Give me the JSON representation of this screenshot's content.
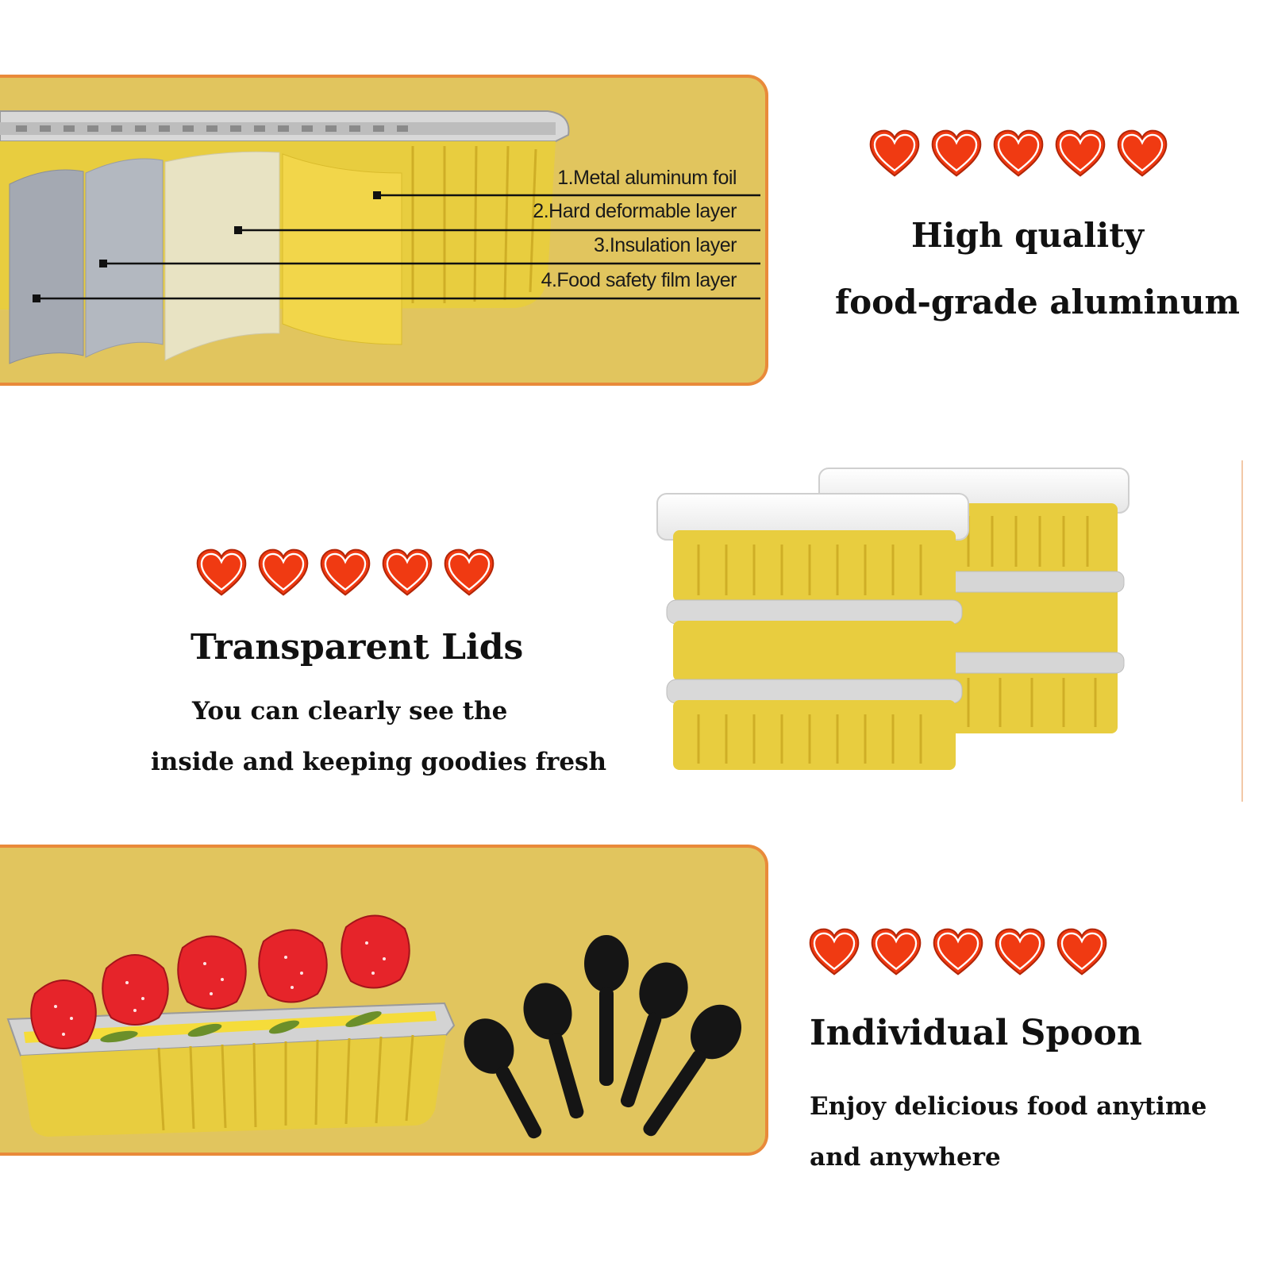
{
  "layers_section": {
    "labels": [
      "1.Metal aluminum foil",
      "2.Hard deformable layer",
      "3.Insulation layer",
      "4.Food safety film layer"
    ]
  },
  "quality_section": {
    "rating_icons": [
      "heart-icon",
      "heart-icon",
      "heart-icon",
      "heart-icon",
      "heart-icon"
    ],
    "title_line1": "High quality",
    "title_line2": "food-grade aluminum"
  },
  "lids_section": {
    "rating_icons": [
      "heart-icon",
      "heart-icon",
      "heart-icon",
      "heart-icon",
      "heart-icon"
    ],
    "title": "Transparent Lids",
    "desc_line1": "You can clearly see the",
    "desc_line2": "inside and keeping goodies fresh"
  },
  "spoon_section": {
    "rating_icons": [
      "heart-icon",
      "heart-icon",
      "heart-icon",
      "heart-icon",
      "heart-icon"
    ],
    "title": "Individual Spoon",
    "desc_line1": "Enjoy delicious food anytime",
    "desc_line2": "and anywhere"
  },
  "colors": {
    "panel_fill": "#e1c55e",
    "panel_border": "#e98a3a",
    "heart_fill": "#f03a12",
    "gold_tray": "#e8cd3f",
    "text": "#111111"
  }
}
